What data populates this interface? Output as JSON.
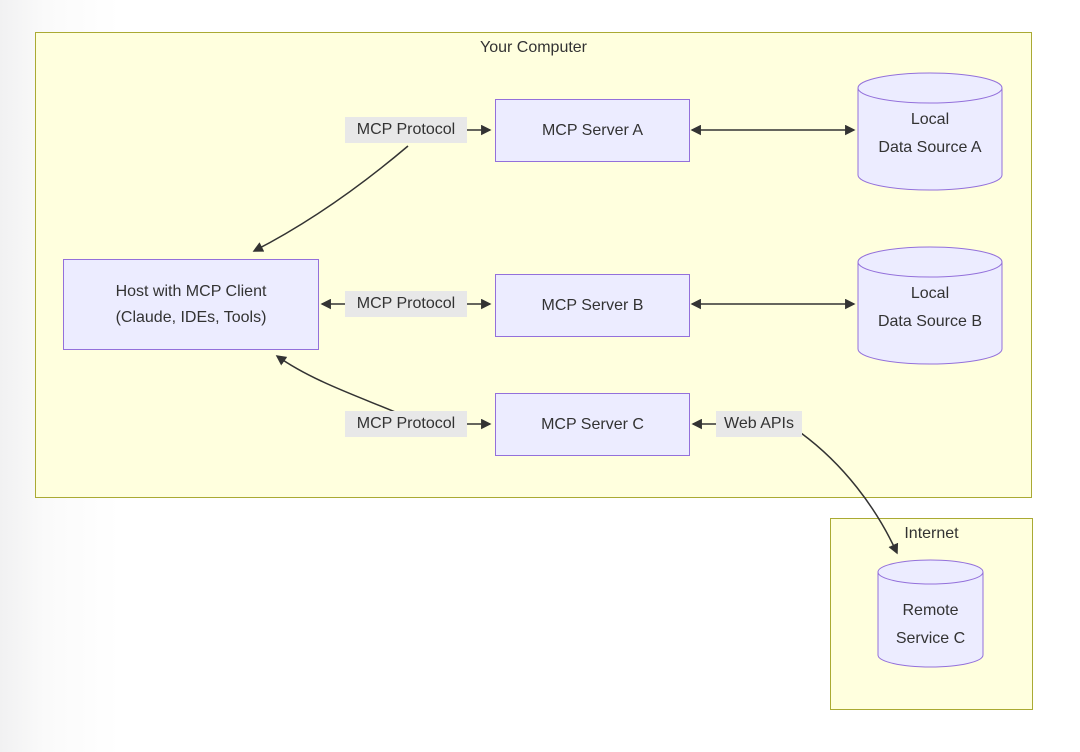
{
  "diagram": {
    "type": "architecture-flowchart",
    "clusters": {
      "your_computer": {
        "title": "Your Computer"
      },
      "internet": {
        "title": "Internet"
      }
    },
    "nodes": {
      "host": {
        "line1": "Host with MCP Client",
        "line2": "(Claude, IDEs, Tools)"
      },
      "server_a": {
        "label": "MCP Server A"
      },
      "server_b": {
        "label": "MCP Server B"
      },
      "server_c": {
        "label": "MCP Server C"
      },
      "data_source_a": {
        "line1": "Local",
        "line2": "Data Source A"
      },
      "data_source_b": {
        "line1": "Local",
        "line2": "Data Source B"
      },
      "remote_service_c": {
        "line1": "Remote",
        "line2": "Service C"
      }
    },
    "edge_labels": {
      "mcp_a": "MCP Protocol",
      "mcp_b": "MCP Protocol",
      "mcp_c": "MCP Protocol",
      "web_apis": "Web APIs"
    },
    "edges": [
      {
        "from": "mcp_protocol_a",
        "to": "server_a",
        "direction": "one-way"
      },
      {
        "from": "mcp_protocol_a",
        "to": "host",
        "direction": "one-way"
      },
      {
        "from": "server_a",
        "to": "data_source_a",
        "direction": "two-way"
      },
      {
        "from": "host",
        "to": "server_b",
        "direction": "two-way",
        "label": "MCP Protocol"
      },
      {
        "from": "server_b",
        "to": "data_source_b",
        "direction": "two-way"
      },
      {
        "from": "mcp_protocol_c",
        "to": "host",
        "direction": "one-way"
      },
      {
        "from": "mcp_protocol_c",
        "to": "server_c",
        "direction": "one-way"
      },
      {
        "from": "web_apis",
        "to": "server_c",
        "direction": "one-way"
      },
      {
        "from": "web_apis",
        "to": "remote_service_c",
        "direction": "one-way"
      }
    ],
    "colors": {
      "cluster_fill": "#ffffde",
      "cluster_border": "#aaaa33",
      "node_fill": "#ECECFF",
      "node_border": "#9370DB",
      "edge": "#333333",
      "edge_label_bg": "#e8e8e8",
      "text": "#333333"
    }
  }
}
